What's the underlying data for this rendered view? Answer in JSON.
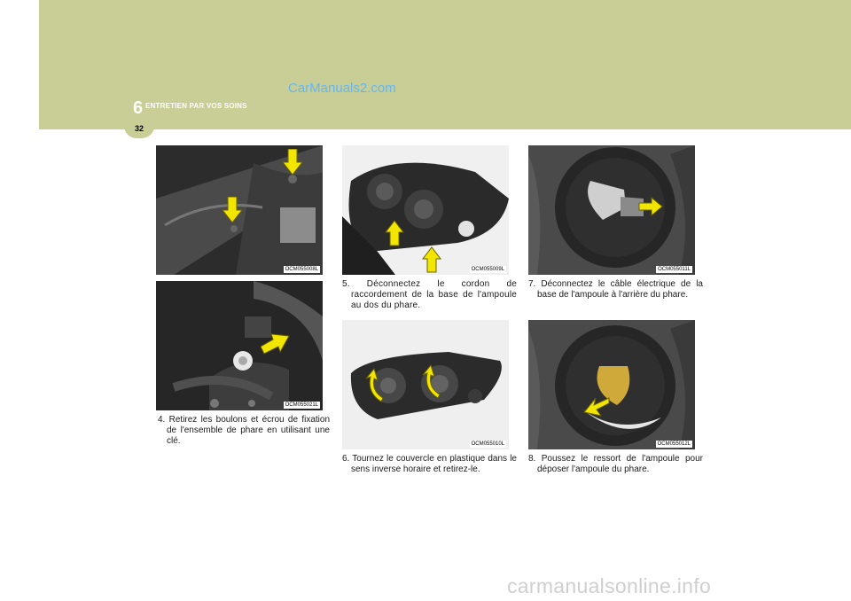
{
  "header": {
    "chapter_number": "6",
    "chapter_title": "ENTRETIEN PAR VOS SOINS",
    "watermark": "CarManuals2.com",
    "page_number": "32",
    "band_color": "#c9cd96"
  },
  "figures": [
    {
      "code": "OCM055008L"
    },
    {
      "code": "OCM055021L"
    },
    {
      "code": "OCM055009L"
    },
    {
      "code": "OCM055010L"
    },
    {
      "code": "OCM055011L"
    },
    {
      "code": "OCM055012L"
    }
  ],
  "steps": [
    {
      "text": "4. Retirez les boulons et écrou de fixation de l'ensemble de phare en utilisant une clé."
    },
    {
      "text": "5. Déconnectez le cordon de raccordement de la base de l'ampoule au dos du phare."
    },
    {
      "text": "6. Tournez le couvercle en plastique dans le sens inverse horaire et retirez-le."
    },
    {
      "text": "7. Déconnectez le câble électrique de la base de l'ampoule à l'arrière du phare."
    },
    {
      "text": "8. Poussez le ressort de l'ampoule pour déposer l'ampoule du phare."
    }
  ],
  "footer": {
    "watermark": "carmanualsonline.info"
  },
  "colors": {
    "arrow_fill": "#f2e600",
    "arrow_stroke": "#6b6200"
  }
}
